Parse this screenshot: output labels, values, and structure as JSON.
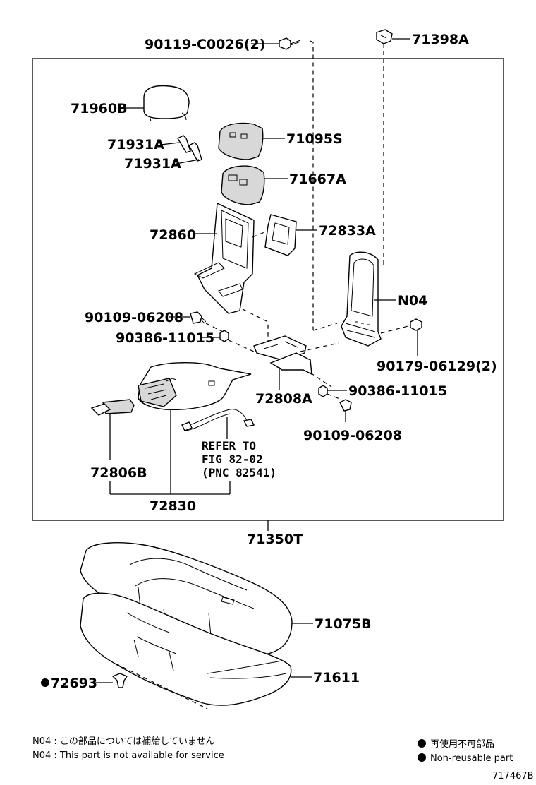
{
  "labels": {
    "p90119": "90119-C0026(2)",
    "p71398A": "71398A",
    "p71960B": "71960B",
    "p71931A_1": "71931A",
    "p71931A_2": "71931A",
    "p71095S": "71095S",
    "p71667A": "71667A",
    "p72860": "72860",
    "p72833A": "72833A",
    "pN04": "N04",
    "p90109_a": "90109-06208",
    "p90386_a": "90386-11015",
    "p90179": "90179-06129(2)",
    "p72808A": "72808A",
    "p90386_b": "90386-11015",
    "p90109_b": "90109-06208",
    "refer1": "REFER TO",
    "refer2": "FIG 82-02",
    "refer3": "(PNC 82541)",
    "p72806B": "72806B",
    "p72830": "72830",
    "p71350T": "71350T",
    "p71075B": "71075B",
    "p71611": "71611",
    "p72693": "72693"
  },
  "notes": {
    "jp": "N04 : この部品については補給していません",
    "en": "N04 : This part is not available for service"
  },
  "legend": {
    "jp": "再使用不可部品",
    "en": "Non-reusable part"
  },
  "diagram_id": "717467B"
}
